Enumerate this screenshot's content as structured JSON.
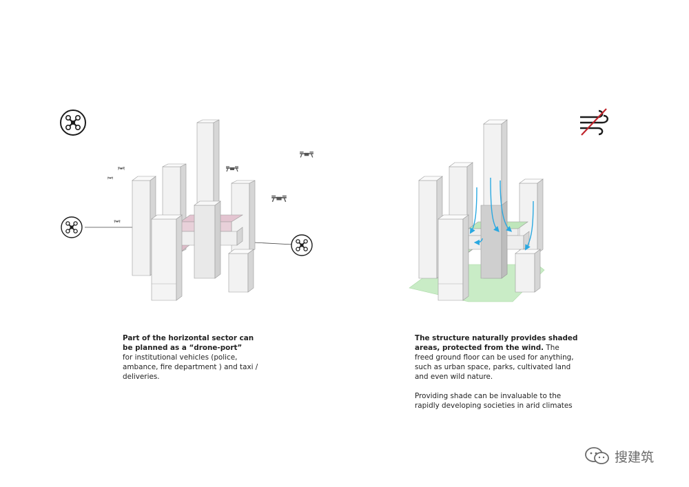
{
  "left_caption": {
    "bold": "Part of the horizontal sector can be planned as a “drone-port”",
    "text": "for institutional vehicles (police, ambance, fire department ) and taxi / deliveries."
  },
  "right_caption": {
    "bold": "The structure naturally provides shaded areas, protected from the wind.",
    "text": " The freed ground floor can be used for anything, such as urban space, parks, cultivated land and even wild nature.",
    "para2": "Providing shade can be invaluable to the rapidly developing societies in arid climates"
  },
  "watermark": {
    "text": "搜建筑"
  },
  "colors": {
    "block_front": "#f2f2f2",
    "block_side": "#d6d6d6",
    "block_top": "#fafafa",
    "drone_port": "#e3c4d0",
    "ground_green": "#c9ecc6",
    "wind_arrow": "#2aa8e0",
    "no_wind_slash": "#c0242b"
  },
  "icons": {
    "left_badge": "drone-icon",
    "right_badge": "no-wind-icon",
    "watermark_icon": "wechat-icon"
  }
}
